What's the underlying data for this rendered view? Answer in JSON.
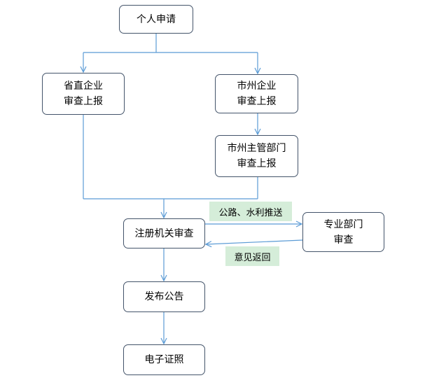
{
  "nodes": {
    "apply": {
      "lines": [
        "个人申请"
      ]
    },
    "prov_enterprise": {
      "lines": [
        "省直企业",
        "审查上报"
      ]
    },
    "city_enterprise": {
      "lines": [
        "市州企业",
        "审查上报"
      ]
    },
    "city_dept": {
      "lines": [
        "市州主管部门",
        "审查上报"
      ]
    },
    "registration": {
      "lines": [
        "注册机关审查"
      ]
    },
    "specialized_dept": {
      "lines": [
        "专业部门",
        "审查"
      ]
    },
    "publish": {
      "lines": [
        "发布公告"
      ]
    },
    "certificate": {
      "lines": [
        "电子证照"
      ]
    }
  },
  "tags": {
    "push": "公路、水利推送",
    "return": "意见返回"
  },
  "colors": {
    "node_border": "#44546a",
    "connector": "#5b9bd5",
    "tag_fill": "#d5edd9"
  }
}
